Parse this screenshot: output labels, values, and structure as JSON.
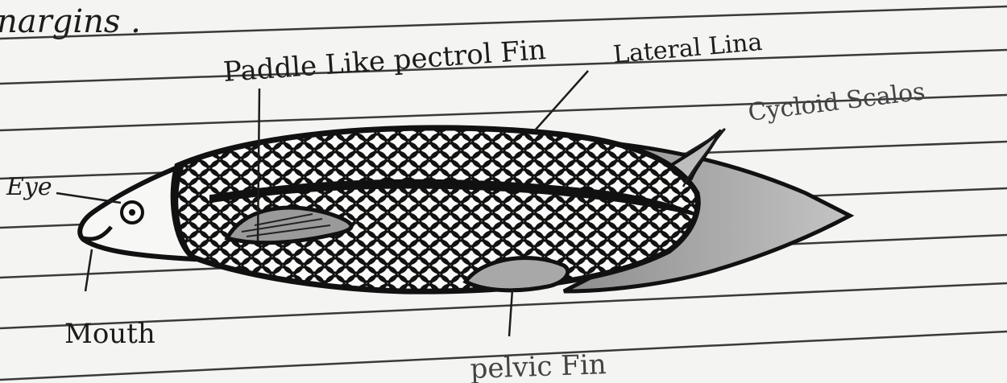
{
  "heading_fragment": "nargins .",
  "labels": {
    "pectoral_fin": "Paddle Like pectrol Fin",
    "lateral_line": "Lateral Lina",
    "scales": "Cycloid Scalos",
    "eye": "Eye",
    "mouth": "Mouth",
    "pelvic_fin": "pelvic Fin"
  },
  "colors": {
    "paper": "#f4f4f2",
    "rule_line": "#3a3a3a",
    "ink": "#111111",
    "fin_shade": "#b9b9b9"
  }
}
